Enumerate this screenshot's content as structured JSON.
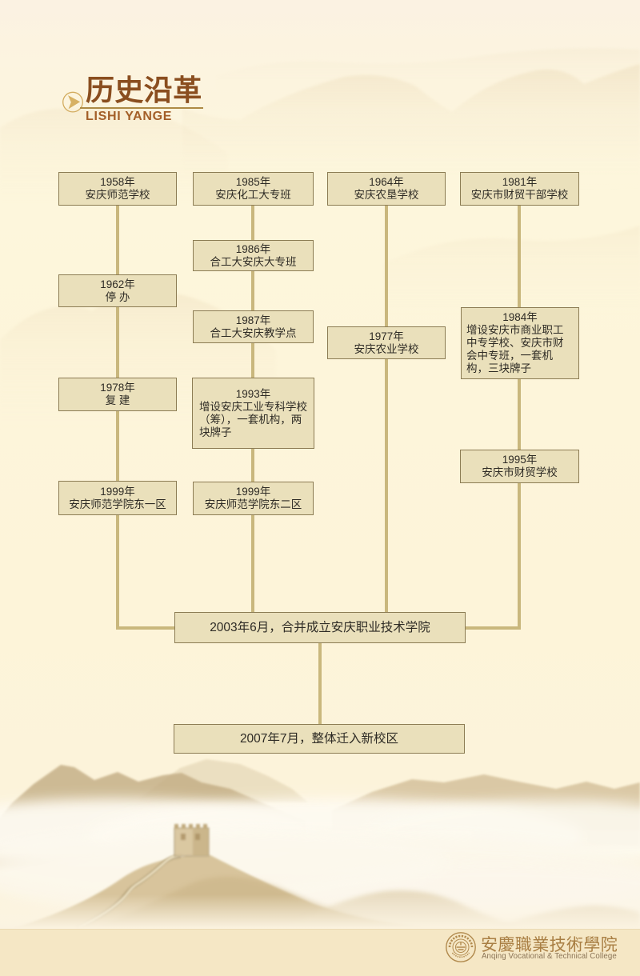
{
  "header": {
    "title": "历史沿革",
    "subtitle": "LISHI YANGE",
    "icon": "play-triangle-icon"
  },
  "flow": {
    "columns": [
      {
        "nodes": [
          {
            "year": "1958年",
            "text": "安庆师范学校"
          },
          {
            "year": "1962年",
            "text": "停  办"
          },
          {
            "year": "1978年",
            "text": "复  建"
          },
          {
            "year": "1999年",
            "text": "安庆师范学院东一区"
          }
        ]
      },
      {
        "nodes": [
          {
            "year": "1985年",
            "text": "安庆化工大专班"
          },
          {
            "year": "1986年",
            "text": "合工大安庆大专班"
          },
          {
            "year": "1987年",
            "text": "合工大安庆教学点"
          },
          {
            "year": "1993年",
            "text": "增设安庆工业专科学校（筹），一套机构，两块牌子"
          },
          {
            "year": "1999年",
            "text": "安庆师范学院东二区"
          }
        ]
      },
      {
        "nodes": [
          {
            "year": "1964年",
            "text": "安庆农垦学校"
          },
          {
            "year": "1977年",
            "text": "安庆农业学校"
          }
        ]
      },
      {
        "nodes": [
          {
            "year": "1981年",
            "text": "安庆市财贸干部学校"
          },
          {
            "year": "1984年",
            "text": "增设安庆市商业职工中专学校、安庆市财会中专班，一套机构，三块牌子"
          },
          {
            "year": "1995年",
            "text": "安庆市财贸学校"
          }
        ]
      }
    ],
    "merge": "2003年6月，合并成立安庆职业技术学院",
    "relocation": "2007年7月，整体迁入新校区"
  },
  "footer": {
    "college_cn": "安慶職業技術學院",
    "college_en": "Anqing Vocational & Technical College",
    "logo": "college-seal-icon"
  },
  "colors": {
    "title_brown": "#8a4e1f",
    "subtitle_brown": "#a35f28",
    "box_fill": "#eae0bb",
    "box_border": "#8c7c54",
    "connector": "#c9b77d",
    "footer_bar": "#f5e7c5",
    "accent_gold": "#c8a053",
    "background_cream": "#fdf5da"
  }
}
